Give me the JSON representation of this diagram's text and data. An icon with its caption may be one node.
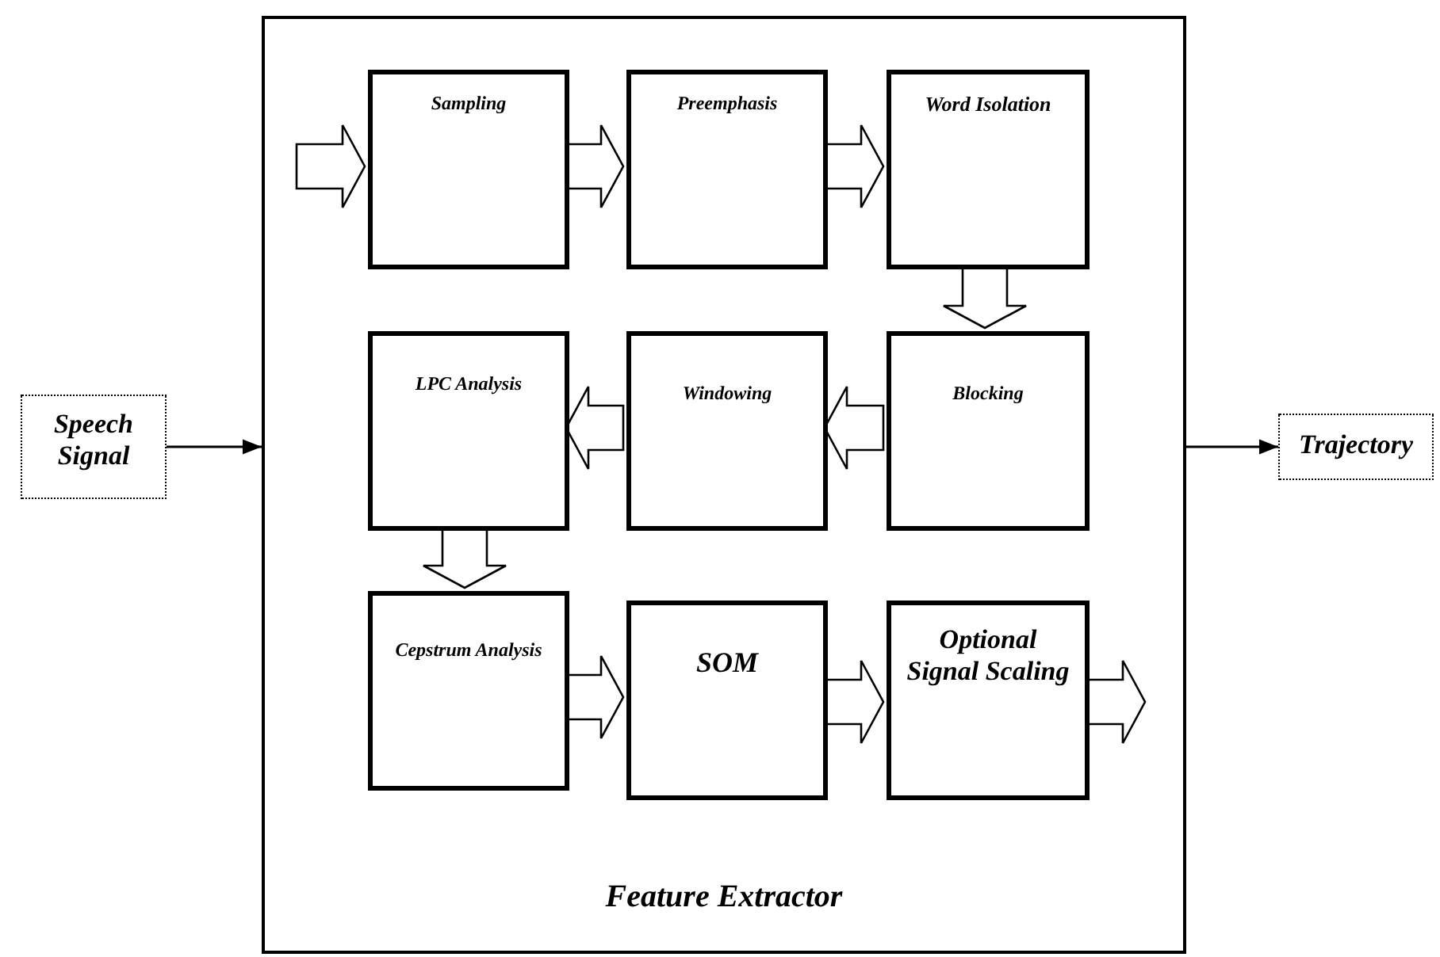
{
  "diagram": {
    "nodes": [
      {
        "text": [
          "Speech Signal"
        ]
      },
      {
        "text": [
          "Feature Extractor"
        ]
      },
      {
        "text": [
          "Sampling"
        ],
        "in": 1
      },
      {
        "text": [
          "Preemphasis"
        ],
        "in": 1
      },
      {
        "text": [
          "Word Isolation"
        ],
        "in": 1
      },
      {
        "text": [
          "Blocking"
        ],
        "in": 1
      },
      {
        "text": [
          "Windowing"
        ],
        "in": 1
      },
      {
        "text": [
          "LPC Analysis"
        ],
        "in": 1
      },
      {
        "text": [
          "Cepstrum Analysis"
        ],
        "in": 1
      },
      {
        "text": [
          "SOM"
        ],
        "in": 1
      },
      {
        "text": [
          "Optional Signal Scaling"
        ],
        "in": 1
      },
      {
        "text": [
          "Trajectory"
        ]
      }
    ],
    "edges": [
      {
        "from": 0,
        "to": 1,
        "arrow": "to"
      },
      {
        "from": null,
        "to": 2,
        "arrow": "to"
      },
      {
        "from": 2,
        "to": 3,
        "arrow": "to"
      },
      {
        "from": 3,
        "to": 4,
        "arrow": "to"
      },
      {
        "from": 4,
        "to": 5,
        "arrow": "to"
      },
      {
        "from": 5,
        "to": 6,
        "arrow": "to"
      },
      {
        "from": 6,
        "to": 7,
        "arrow": "to"
      },
      {
        "from": 7,
        "to": 8,
        "arrow": "to"
      },
      {
        "from": 8,
        "to": 9,
        "arrow": "to"
      },
      {
        "from": 9,
        "to": 10,
        "arrow": "to"
      },
      {
        "from": 10,
        "to": null,
        "arrow": "to"
      },
      {
        "from": 1,
        "to": 11,
        "arrow": "to"
      }
    ]
  }
}
